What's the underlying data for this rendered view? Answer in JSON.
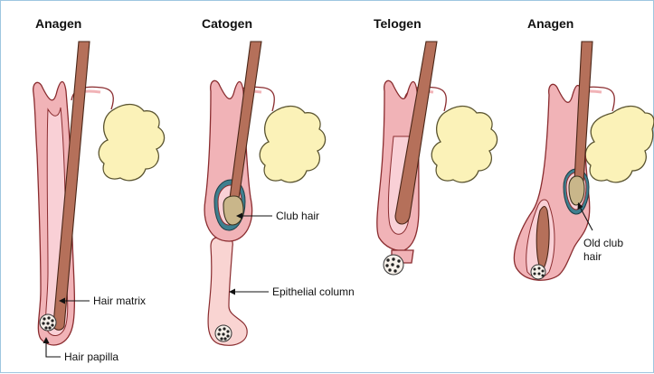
{
  "stages": [
    {
      "title": "Anagen"
    },
    {
      "title": "Catogen"
    },
    {
      "title": "Telogen"
    },
    {
      "title": "Anagen"
    }
  ],
  "labels": {
    "hair_matrix": "Hair matrix",
    "hair_papilla": "Hair papilla",
    "club_hair": "Club hair",
    "epithelial_column": "Epithelial column",
    "old_club_hair_line1": "Old club",
    "old_club_hair_line2": "hair"
  },
  "colors": {
    "background": "#ffffff",
    "frame": "#9ec6e0",
    "skin_sheath": "#f1b3b7",
    "inner_sheath": "#f9d0d6",
    "hair_shaft": "#b5705a",
    "sebaceous_gland": "#fbf2b8",
    "club_hair": "#c9b68a",
    "outer_sheath_dark": "#3e7f8f"
  }
}
